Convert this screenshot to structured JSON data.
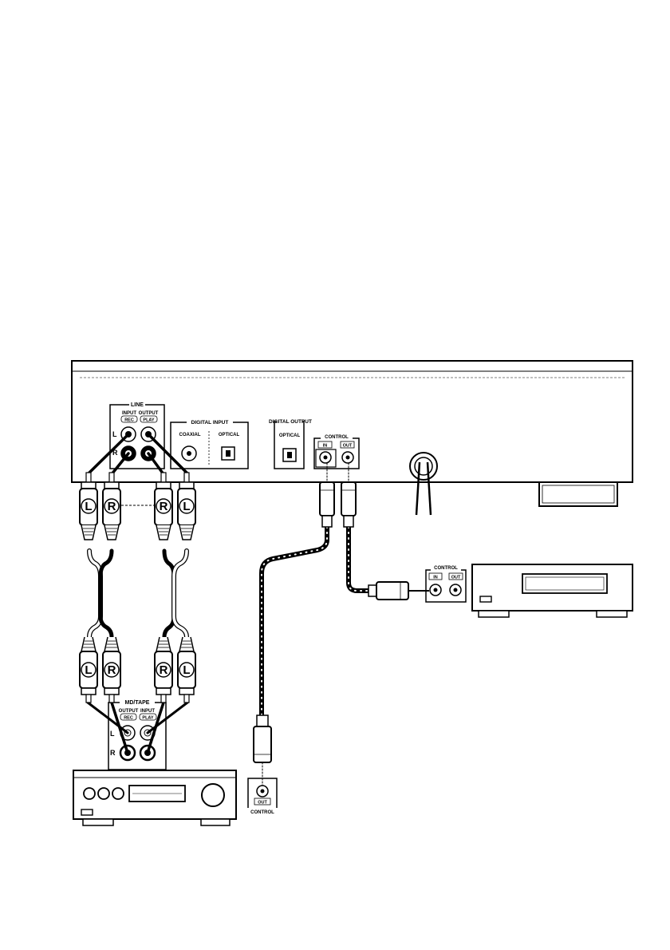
{
  "labels": {
    "line": "LINE",
    "input": "INPUT",
    "output": "OUTPUT",
    "rec": "REC",
    "play": "PLAY",
    "left": "L",
    "right": "R",
    "digital_input": "DIGITAL INPUT",
    "coaxial": "COAXIAL",
    "optical": "OPTICAL",
    "digital_output": "DIGITAL OUTPUT",
    "control": "CONTROL",
    "ctrl_in": "IN",
    "ctrl_out": "OUT",
    "md_tape": "MD/TAPE"
  },
  "plugs": {
    "top": [
      "L",
      "R",
      "R",
      "L"
    ],
    "bottom": [
      "L",
      "R",
      "R",
      "L"
    ]
  },
  "colors": {
    "ink": "#000000",
    "paper": "#ffffff"
  }
}
